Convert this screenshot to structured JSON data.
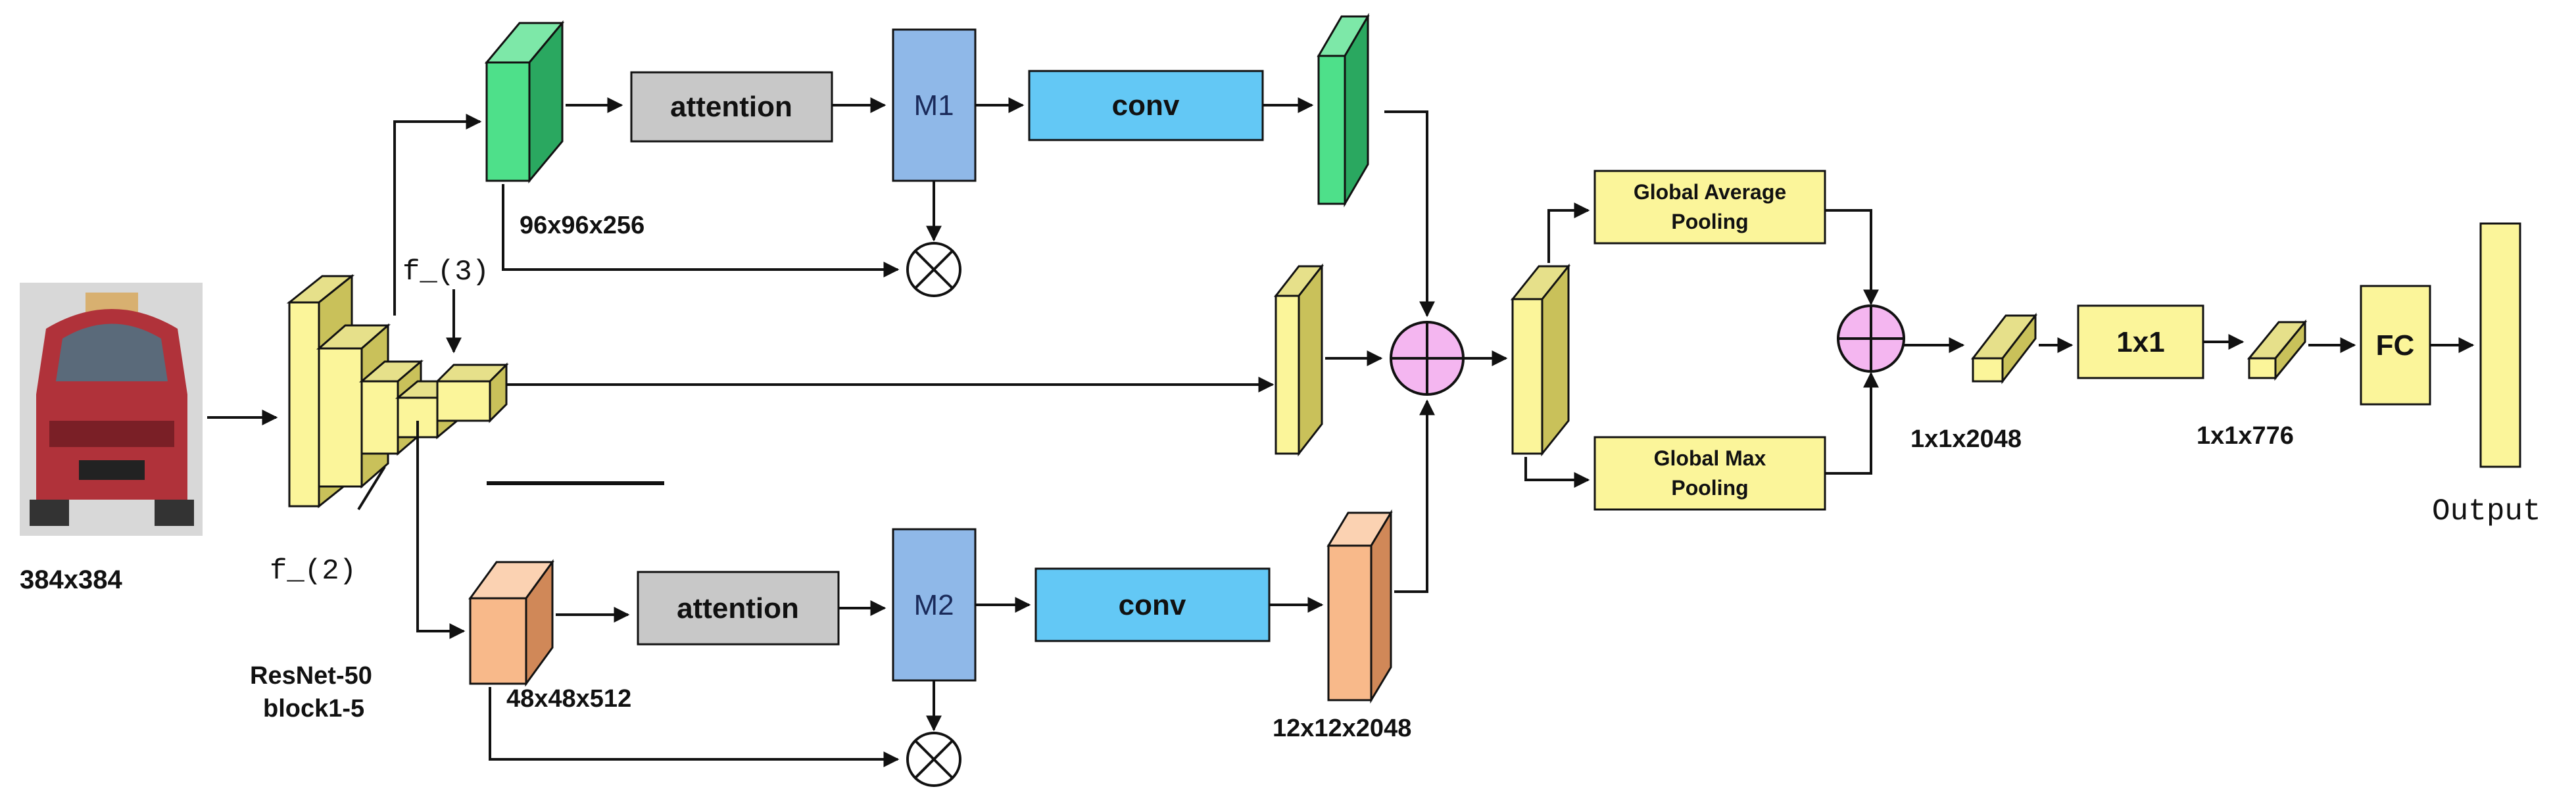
{
  "labels": {
    "input_size": "384x384",
    "branch_top_size": "96x96x256",
    "branch_bottom_size": "48x48x512",
    "resnet_line1": "ResNet-50",
    "resnet_line2": "block1-5",
    "f2": "f_(2)",
    "f3": "f_(3)",
    "merge_size": "12x12x2048",
    "pool_out_size": "1x1x2048",
    "fc_in_size": "1x1x776",
    "output": "Output"
  },
  "boxes": {
    "attention_top": "attention",
    "attention_bottom": "attention",
    "m1": "M1",
    "m2": "M2",
    "conv_top": "conv",
    "conv_bottom": "conv",
    "gap_line1": "Global Average",
    "gap_line2": "Pooling",
    "gmp_line1": "Global Max",
    "gmp_line2": "Pooling",
    "one_by_one": "1x1",
    "fc": "FC"
  },
  "colors": {
    "green": "#4ee08a",
    "green_dark": "#2aa860",
    "yellow": "#fbf59a",
    "yellow_dark": "#c9c15a",
    "orange": "#f8b98a",
    "orange_dark": "#d08858",
    "gray": "#c8c8c8",
    "blue_m": "#8fb8e8",
    "cyan": "#63c8f5",
    "pink": "#f4b6f0",
    "car_red": "#b0323a"
  }
}
